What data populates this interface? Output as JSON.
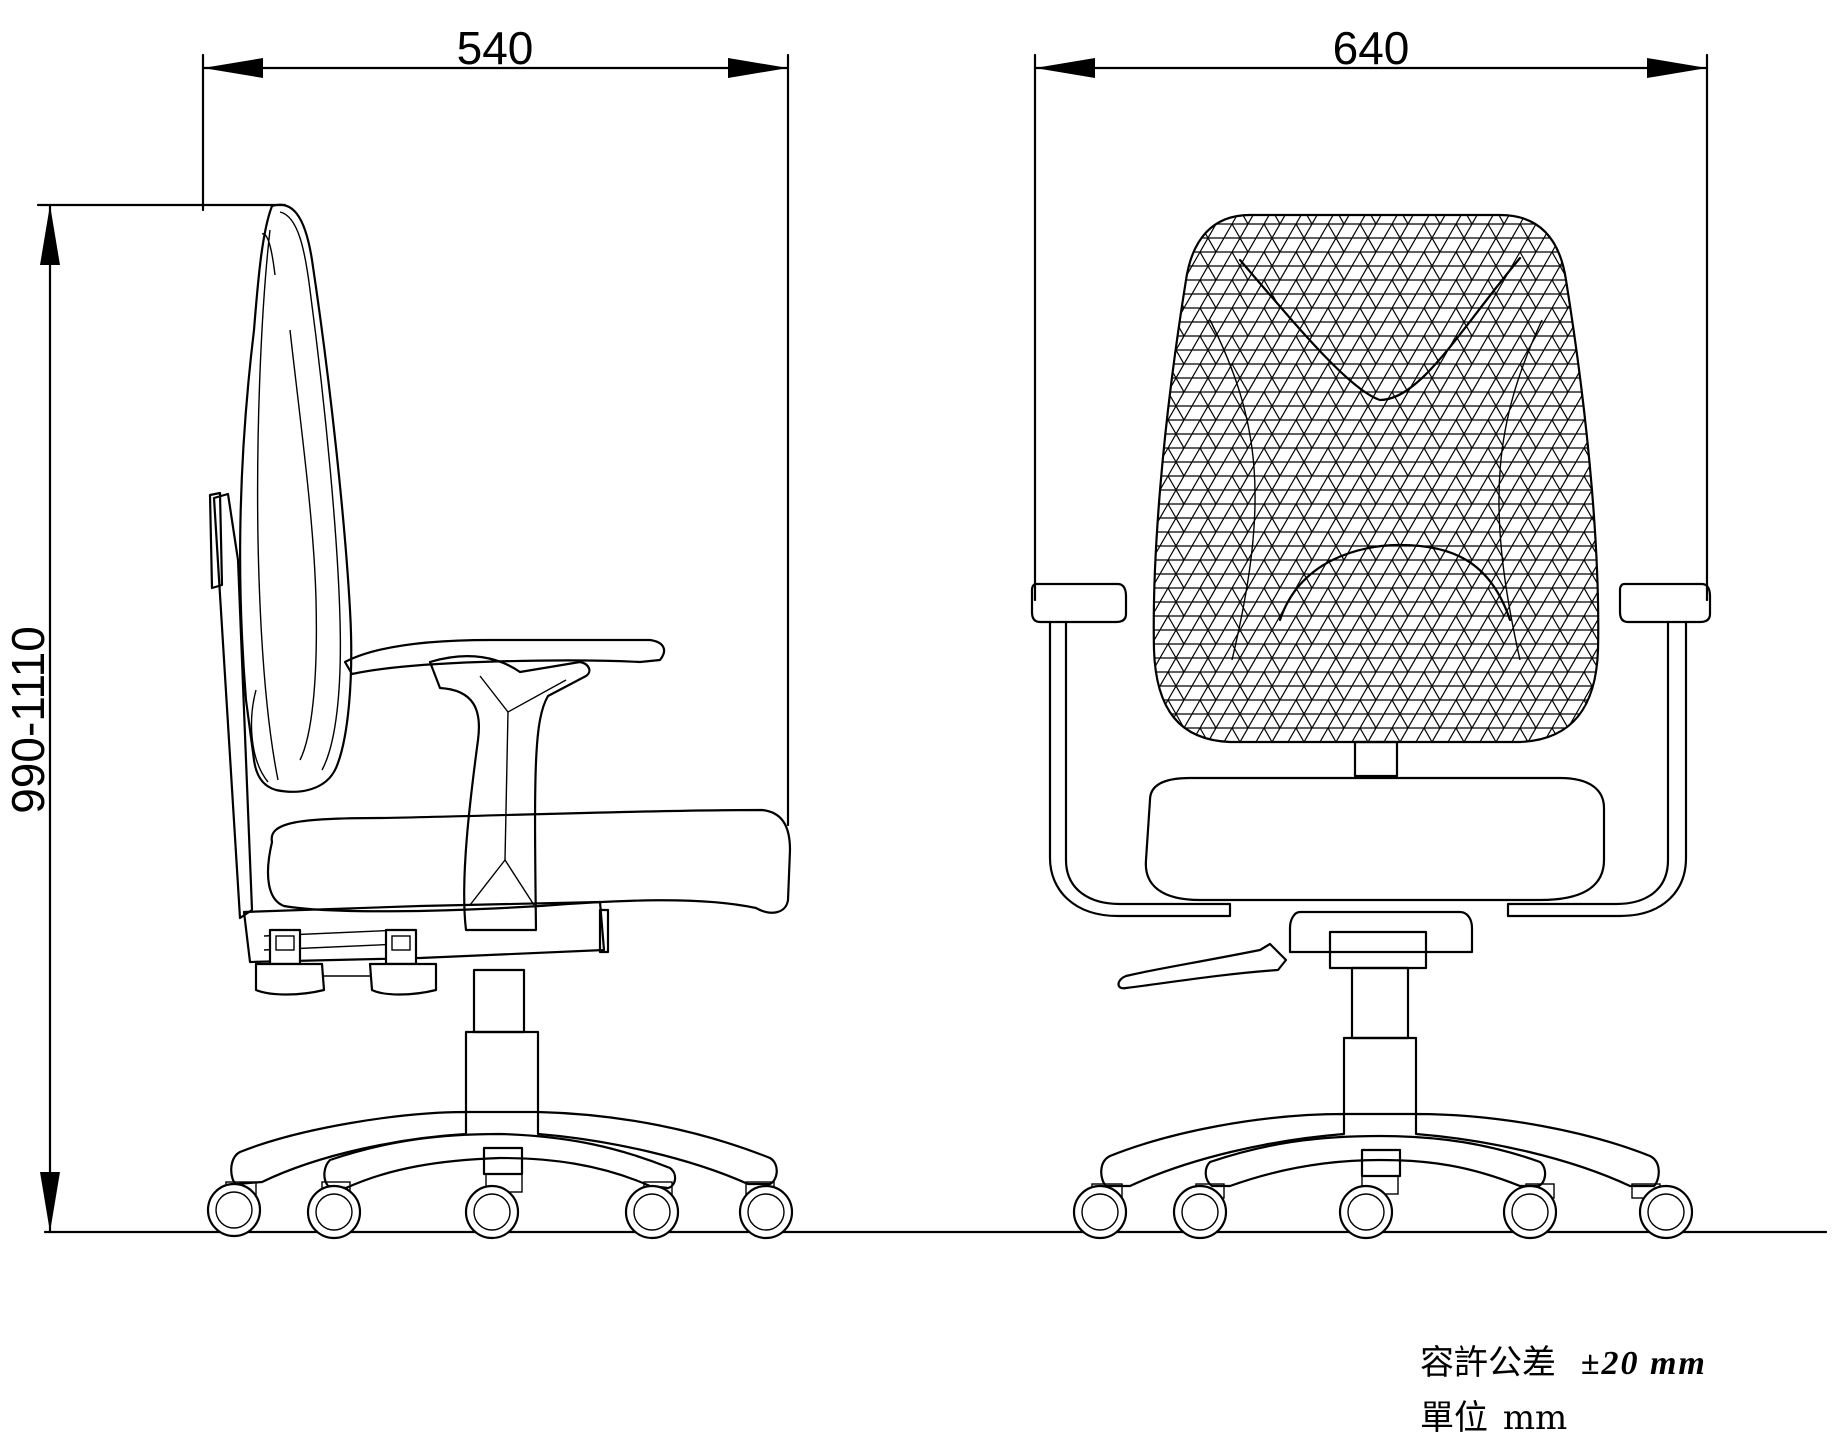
{
  "dimensions": {
    "side_depth": "540",
    "front_width": "640",
    "height_range": "990-1110"
  },
  "notes": {
    "tolerance_label": "容許公差",
    "tolerance_value": "±20 mm",
    "unit_label": "單位",
    "unit_value": "mm"
  },
  "colors": {
    "line": "#000000",
    "background": "#ffffff"
  }
}
